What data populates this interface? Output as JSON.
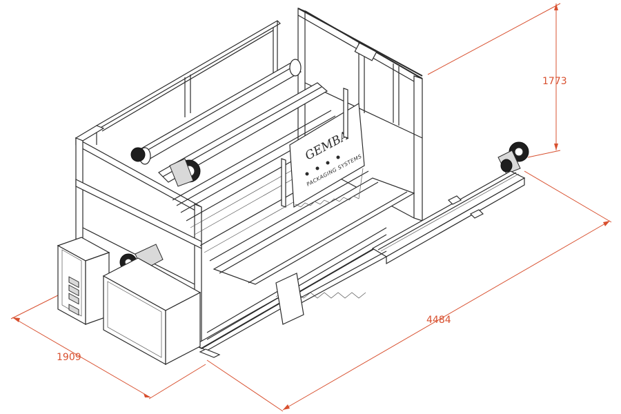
{
  "dimensions": {
    "height": "1773",
    "length": "4484",
    "width": "1909"
  },
  "logo": {
    "brand": "GEMBA",
    "subtitle": "PACKAGING SYSTEMS"
  },
  "colors": {
    "dimension_line": "#d8502f",
    "dimension_text": "#d8502f",
    "drawing_line": "#2a2a2a"
  }
}
